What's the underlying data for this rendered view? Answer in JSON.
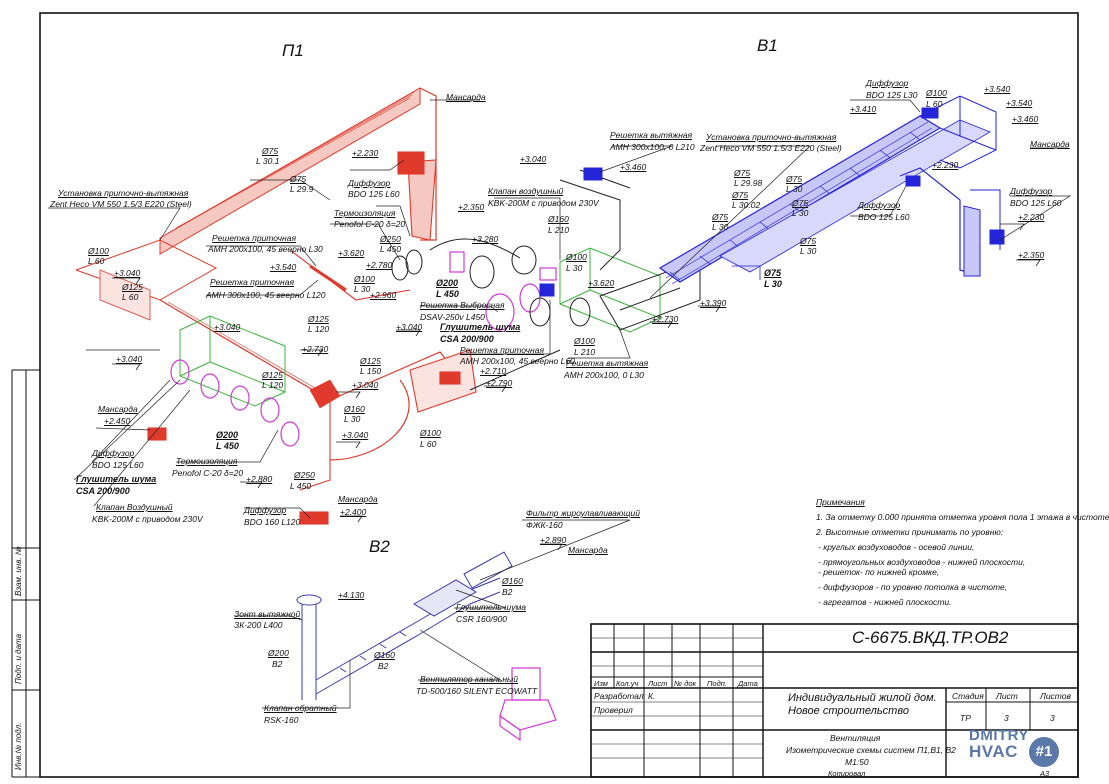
{
  "drawing": {
    "colors": {
      "supply": "#e03a2c",
      "exhaust": "#2424d8",
      "b2": "#3a3ab0",
      "pink": "#d23ad8",
      "green": "#3cb43c",
      "frame": "#111111",
      "logo": "#5a78a8"
    },
    "system_labels": {
      "p1": "П1",
      "v1": "В1",
      "v2": "В2"
    },
    "labels": {
      "p1_mansarda": "Мансарда",
      "p1_d75": "Ø75",
      "p1_l301": "L 30.1",
      "p1_l299": "L 29.9",
      "p1_h2230": "+2.230",
      "p1_diff_t": "Диффузор",
      "p1_diff_v": "BDO 125 L60",
      "p1_unit_t": "Установка приточно-вытяжная",
      "p1_unit_v": "Zent Heco VM 550 1.5/3 E220 (Steel)",
      "p1_h2350": "+2.350",
      "p1_termo_t": "Термоизоляция",
      "p1_termo_v": "Penofol C-20 δ=20",
      "p1_d250a": "Ø250",
      "p1_l450a": "L 450",
      "p1_rp1_t": "Решетка приточная",
      "p1_rp1_v": "AMH 200x100, 45 веерно L30",
      "p1_h3620": "+3.620",
      "p1_d100a": "Ø100",
      "p1_l60a": "L 60",
      "p1_h3040a": "+3.040",
      "p1_h3540": "+3.540",
      "p1_rp2_t": "Решетка приточная",
      "p1_rp2_v": "AMH 300x100, 45 веерно L120",
      "p1_h2780": "+2.780",
      "p1_h2960": "+2.960",
      "p1_d100b": "Ø100",
      "p1_l30b": "L 30",
      "p1_d125a": "Ø125",
      "p1_l60b": "L 60",
      "p1_d125b": "Ø125",
      "p1_l120a": "L 120",
      "p1_h3040b": "+3.040",
      "p1_h3040c": "+3.040",
      "p1_h2730": "+2.730",
      "p1_d125c": "Ø125",
      "p1_l150": "L 150",
      "p1_h3040d": "+3.040",
      "p1_d125d": "Ø125",
      "p1_l120b": "L 120",
      "p1_h3040e": "+3.040",
      "p1_d160": "Ø160",
      "p1_l30c": "L 30",
      "p1_h3040f": "+3.040",
      "p1_mansarda2": "Мансарда",
      "p1_h2450": "+2.450",
      "p1_diff2_t": "Диффузор",
      "p1_diff2_v": "BDO 125 L60",
      "p1_silencer_t": "Глушитель шума",
      "p1_silencer_v": "CSA 200/900",
      "p1_d200": "Ø200",
      "p1_l450b": "L 450",
      "p1_termo2_t": "Термоизоляция",
      "p1_termo2_v": "Penofol C-20 δ=20",
      "p1_h2880": "+2.880",
      "p1_d250b": "Ø250",
      "p1_l450c": "L 450",
      "p1_d100c": "Ø100",
      "p1_l60c": "L 60",
      "p1_valve_t": "Клапан Воздушный",
      "p1_valve_v": "KBK-200M с приводом 230V",
      "p1_mansarda3": "Мансарда",
      "p1_h2400": "+2.400",
      "p1_diff3_t": "Диффузор",
      "p1_diff3_v": "BDO 160 L120",
      "v1_rv_t": "Решетка вытяжная",
      "v1_rv_v": "AMH 300x100, 0 L210",
      "v1_h3040": "+3.040",
      "v1_h3460": "+3.460",
      "v1_unit_t": "Установка приточно-вытяжная",
      "v1_unit_v": "Zent Heco VM 550 1.5/3 E220 (Steel)",
      "v1_valve_t": "Клапан воздушный",
      "v1_valve_v": "KBK-200M с приводом 230V",
      "v1_d160": "Ø160",
      "v1_l210": "L 210",
      "v1_h3280": "+3.280",
      "v1_d200": "Ø200",
      "v1_l450": "L 450",
      "v1_rvyb_t": "Решетка Выбросная",
      "v1_rvyb_v": "DSAV-250v L450",
      "v1_sil_t": "Глушитель шума",
      "v1_sil_v": "CSA 200/900",
      "v1_d100a": "Ø100",
      "v1_l30a": "L 30",
      "v1_h3620": "+3.620",
      "v1_rp_t": "Решетка приточная",
      "v1_rp_v": "AMH 200x100, 45 веерно L60",
      "v1_h2710": "+2.710",
      "v1_h2790": "+2.790",
      "v1_d100b": "Ø100",
      "v1_l210b": "L 210",
      "v1_rv2_t": "Решетка вытяжная",
      "v1_rv2_v": "AMH 200x100, 0 L30",
      "v1_h2730": "+2.730",
      "v1_h3390": "+3.390",
      "v1_d75a": "Ø75",
      "v1_l2998": "L 29.98",
      "v1_d75b": "Ø75",
      "v1_l3002": "L 30.02",
      "v1_d75c": "Ø75",
      "v1_l30c": "L 30",
      "v1_d75d": "Ø75",
      "v1_l30d": "L 30",
      "v1_d75e": "Ø75",
      "v1_l30e": "L 30",
      "v1_d75f": "Ø75",
      "v1_l30f": "L 30",
      "v1_d75g": "Ø75",
      "v1_l30g": "L 30",
      "v1_diff_t": "Диффузор",
      "v1_diff_v": "BDO 125 L30",
      "v1_d100c": "Ø100",
      "v1_l60c": "L 60",
      "v1_h3540a": "+3.540",
      "v1_h3410": "+3.410",
      "v1_h3540b": "+3.540",
      "v1_h3460b": "+3.460",
      "v1_mansarda": "Мансарда",
      "v1_h2230": "+2.230",
      "v1_diff2_t": "Диффузор",
      "v1_diff2_v": "BDO 125 L60",
      "v1_diff3_t": "Диффузор",
      "v1_diff3_v": "BDO 125 L60",
      "v1_h2230b": "+2.230",
      "v1_h2350": "+2.350",
      "v2_filter_t": "Фильтр жироулавливающий",
      "v2_filter_v": "ФЖК-160",
      "v2_h2890": "+2.890",
      "v2_mansarda": "Мансарда",
      "v2_d160a": "Ø160",
      "v2_b2a": "B2",
      "v2_sil_t": "Глушитель шума",
      "v2_sil_v": "CSR 160/900",
      "v2_zont_t": "Зонт вытяжной",
      "v2_zont_v": "ЗК-200 L400",
      "v2_h4130": "+4.130",
      "v2_d200": "Ø200",
      "v2_b2b": "B2",
      "v2_d160b": "Ø160",
      "v2_b2c": "B2",
      "v2_fan_t": "Вентилятор канальный",
      "v2_fan_v": "TD-500/160 SILENT ECOWATT",
      "v2_valve_t": "Клапан обратный",
      "v2_valve_v": "RSK-160"
    },
    "notes": {
      "title": "Примечания",
      "n1": "1. За отметку 0.000 принята отметка уровня пола 1 этажа в чистоте",
      "n2": "2. Высотные отметки принимать по уровню:",
      "n3": "- круглых воздуховодов - осевой линии,",
      "n4": "- прямоугольных воздуховодов - нижней плоскости,",
      "n5": "- решеток- по нижней кромке,",
      "n6": "- диффузоров - по уровню потолка в чистоте,",
      "n7": "- агрегатов - нижней плоскости."
    },
    "title_block": {
      "code": "С-6675.ВКД.ТР.ОВ2",
      "h_izm": "Изм",
      "h_kol": "Кол.уч",
      "h_list": "Лист",
      "h_ndok": "№ док",
      "h_podp": "Подп.",
      "h_data": "Дата",
      "razrab": "Разработал",
      "razrab_v": "К.",
      "prover": "Проверил",
      "object1": "Индивидуальный жилой дом.",
      "object2": "Новое строительство",
      "stadia": "Стадия",
      "list": "Лист",
      "listov": "Листов",
      "stadia_v": "ТР",
      "list_v": "3",
      "listov_v": "3",
      "sheet1": "Вентиляция",
      "sheet2": "Изометрические схемы систем П1,В1, В2",
      "sheet3": "М1:50",
      "kopir": "Копировал",
      "format": "А3"
    },
    "side_stamp": {
      "vzam": "Взам. инв. №",
      "podp": "Подп. и дата",
      "inv": "Инв.№ подл."
    },
    "logo": {
      "line1": "DMITRY",
      "line2": "HVAC",
      "badge": "#1"
    }
  }
}
